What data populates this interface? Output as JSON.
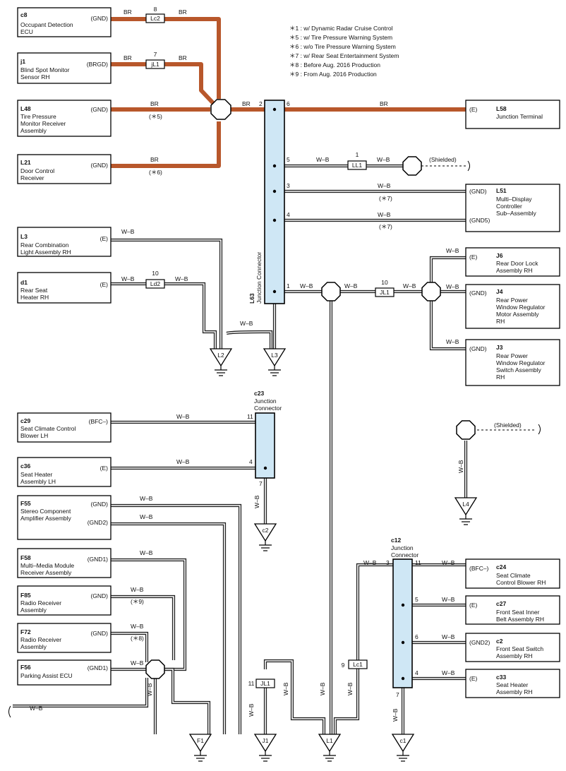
{
  "notes": [
    "＊1 : w/ Dynamic Radar Cruise Control",
    "＊5 : w/ Tire Pressure Warning System",
    "＊6 : w/o Tire Pressure Warning System",
    "＊7 : w/ Rear Seat Entertainment System",
    "＊8 : Before Aug.  2016 Production",
    "＊9 : From Aug.  2016 Production"
  ],
  "components": [
    {
      "id": "c8",
      "line1": "Occupant Detection",
      "line2": "ECU",
      "line3": "",
      "line4": "",
      "pin": "(GND)"
    },
    {
      "id": "j1",
      "line1": "Blind Spot Monitor",
      "line2": "Sensor RH",
      "line3": "",
      "line4": "",
      "pin": "(BRGD)"
    },
    {
      "id": "L48",
      "line1": "Tire Pressure",
      "line2": "Monitor Receiver",
      "line3": "Assembly",
      "line4": "",
      "pin": "(GND)"
    },
    {
      "id": "L21",
      "line1": "Door Control",
      "line2": "Receiver",
      "line3": "",
      "line4": "",
      "pin": "(GND)"
    },
    {
      "id": "L3",
      "line1": "Rear Combination",
      "line2": "Light Assembly RH",
      "line3": "",
      "line4": "",
      "pin": "(E)"
    },
    {
      "id": "d1",
      "line1": "Rear Seat",
      "line2": "Heater RH",
      "line3": "",
      "line4": "",
      "pin": "(E)"
    },
    {
      "id": "c29",
      "line1": "Seat Climate Control",
      "line2": "Blower LH",
      "line3": "",
      "line4": "",
      "pin": "(BFC–)"
    },
    {
      "id": "c36",
      "line1": "Seat Heater",
      "line2": "Assembly LH",
      "line3": "",
      "line4": "",
      "pin": "(E)"
    },
    {
      "id": "F55",
      "line1": "Stereo Component",
      "line2": "Amplifier Assembly",
      "line3": "",
      "line4": "",
      "pin": "(GND)",
      "pin2": "(GND2)"
    },
    {
      "id": "F58",
      "line1": "Multi–Media Module",
      "line2": "Receiver Assembly",
      "line3": "",
      "line4": "",
      "pin": "(GND1)"
    },
    {
      "id": "F85",
      "line1": "Radio Receiver",
      "line2": "Assembly",
      "line3": "",
      "line4": "",
      "pin": "(GND)"
    },
    {
      "id": "F72",
      "line1": "Radio Receiver",
      "line2": "Assembly",
      "line3": "",
      "line4": "",
      "pin": "(GND)"
    },
    {
      "id": "F56",
      "line1": "Parking Assist ECU",
      "line2": "",
      "line3": "",
      "line4": "",
      "pin": "(GND1)"
    },
    {
      "id": "L58",
      "line1": "Junction Terminal",
      "line2": "",
      "line3": "",
      "line4": "",
      "pin": "(E)"
    },
    {
      "id": "L51",
      "line1": "Multi–Display",
      "line2": "Controller",
      "line3": "Sub–Assembly",
      "line4": "",
      "pin": "(GND)",
      "pin2": "(GND5)"
    },
    {
      "id": "J6",
      "line1": "Rear Door Lock",
      "line2": "Assembly RH",
      "line3": "",
      "line4": "",
      "pin": "(E)"
    },
    {
      "id": "J4",
      "line1": "Rear Power",
      "line2": "Window Regulator",
      "line3": "Motor Assembly",
      "line4": "RH",
      "pin": "(GND)"
    },
    {
      "id": "J3",
      "line1": "Rear Power",
      "line2": "Window Regulator",
      "line3": "Switch Assembly",
      "line4": "RH",
      "pin": "(GND)"
    },
    {
      "id": "c24",
      "line1": "Seat Climate",
      "line2": "Control Blower RH",
      "line3": "",
      "line4": "",
      "pin": "(BFC–)"
    },
    {
      "id": "c27",
      "line1": "Front Seat Inner",
      "line2": "Belt Assembly RH",
      "line3": "",
      "line4": "",
      "pin": "(E)"
    },
    {
      "id": "c2",
      "line1": "Front Seat Switch",
      "line2": "Assembly RH",
      "line3": "",
      "line4": "",
      "pin": "(GND2)"
    },
    {
      "id": "c33",
      "line1": "Seat Heater",
      "line2": "Assembly RH",
      "line3": "",
      "line4": "",
      "pin": "(E)"
    }
  ],
  "junction_connectors": [
    {
      "id": "L63",
      "name": "Junction Connector"
    },
    {
      "id": "c23",
      "name": "Junction",
      "name2": "Connector"
    },
    {
      "id": "c12",
      "name": "Junction",
      "name2": "Connector"
    }
  ],
  "inline_connectors": [
    "Lc2",
    "jL1",
    "Ld2",
    "LL1",
    "JL1",
    "Lc1",
    "JL1"
  ],
  "grounds": [
    "L2",
    "L3",
    "c2",
    "L4",
    "F1",
    "J1",
    "L1",
    "c1"
  ],
  "wire_colors": {
    "BR": "#b8572b",
    "W-B": "#222222",
    "connector_fill": "#cfe7f5"
  },
  "labels": {
    "br": "BR",
    "wb": "W–B",
    "shielded": "(Shielded)",
    "n5": "(＊5)",
    "n6": "(＊6)",
    "n7": "(＊7)",
    "n8": "(＊8)",
    "n9": "(＊9)",
    "p1": "1",
    "p2": "2",
    "p3": "3",
    "p4": "4",
    "p5": "5",
    "p6": "6",
    "p7": "7",
    "p8": "8",
    "p9": "9",
    "p10": "10",
    "p11": "11"
  }
}
